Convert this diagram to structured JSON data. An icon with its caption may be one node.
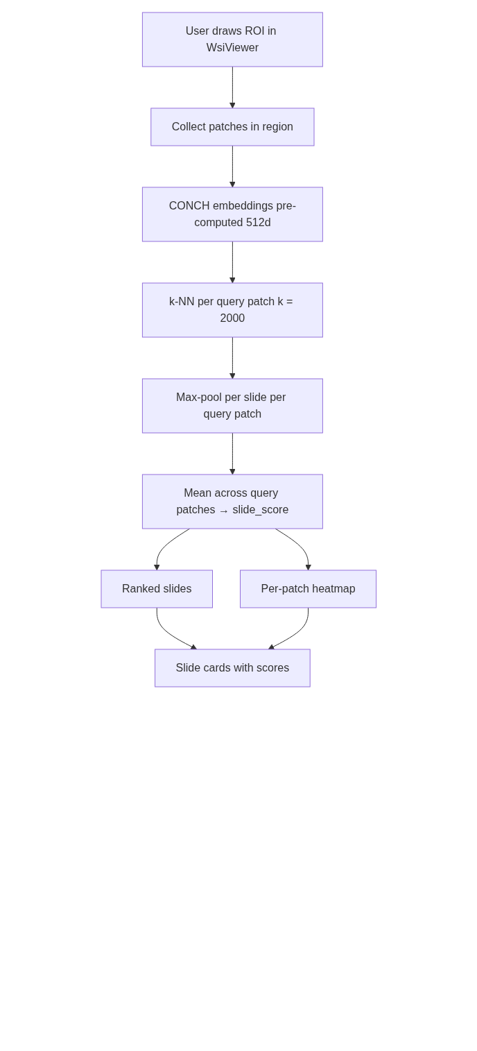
{
  "diagram": {
    "nodes": [
      {
        "text": [
          "User draws ROI in WsiViewer"
        ]
      },
      {
        "text": [
          "Collect patches in region"
        ]
      },
      {
        "text": [
          "CONCH embeddings pre-computed 512d"
        ]
      },
      {
        "text": [
          "k-NN per query patch k = 2000"
        ]
      },
      {
        "text": [
          "Max-pool per slide per query patch"
        ]
      },
      {
        "text": [
          "Mean across query patches → slide_score"
        ]
      },
      {
        "text": [
          "Ranked slides"
        ]
      },
      {
        "text": [
          "Per-patch heatmap"
        ]
      },
      {
        "text": [
          "Slide cards with scores"
        ]
      }
    ],
    "edges": [
      {
        "from": 0,
        "to": 1,
        "arrow": "to"
      },
      {
        "from": 1,
        "to": 2,
        "arrow": "to"
      },
      {
        "from": 2,
        "to": 3,
        "arrow": "to"
      },
      {
        "from": 3,
        "to": 4,
        "arrow": "to"
      },
      {
        "from": 4,
        "to": 5,
        "arrow": "to"
      },
      {
        "from": 5,
        "to": 6,
        "arrow": "to"
      },
      {
        "from": 5,
        "to": 7,
        "arrow": "to"
      },
      {
        "from": 6,
        "to": 8,
        "arrow": "to"
      },
      {
        "from": 7,
        "to": 8,
        "arrow": "to"
      }
    ]
  }
}
